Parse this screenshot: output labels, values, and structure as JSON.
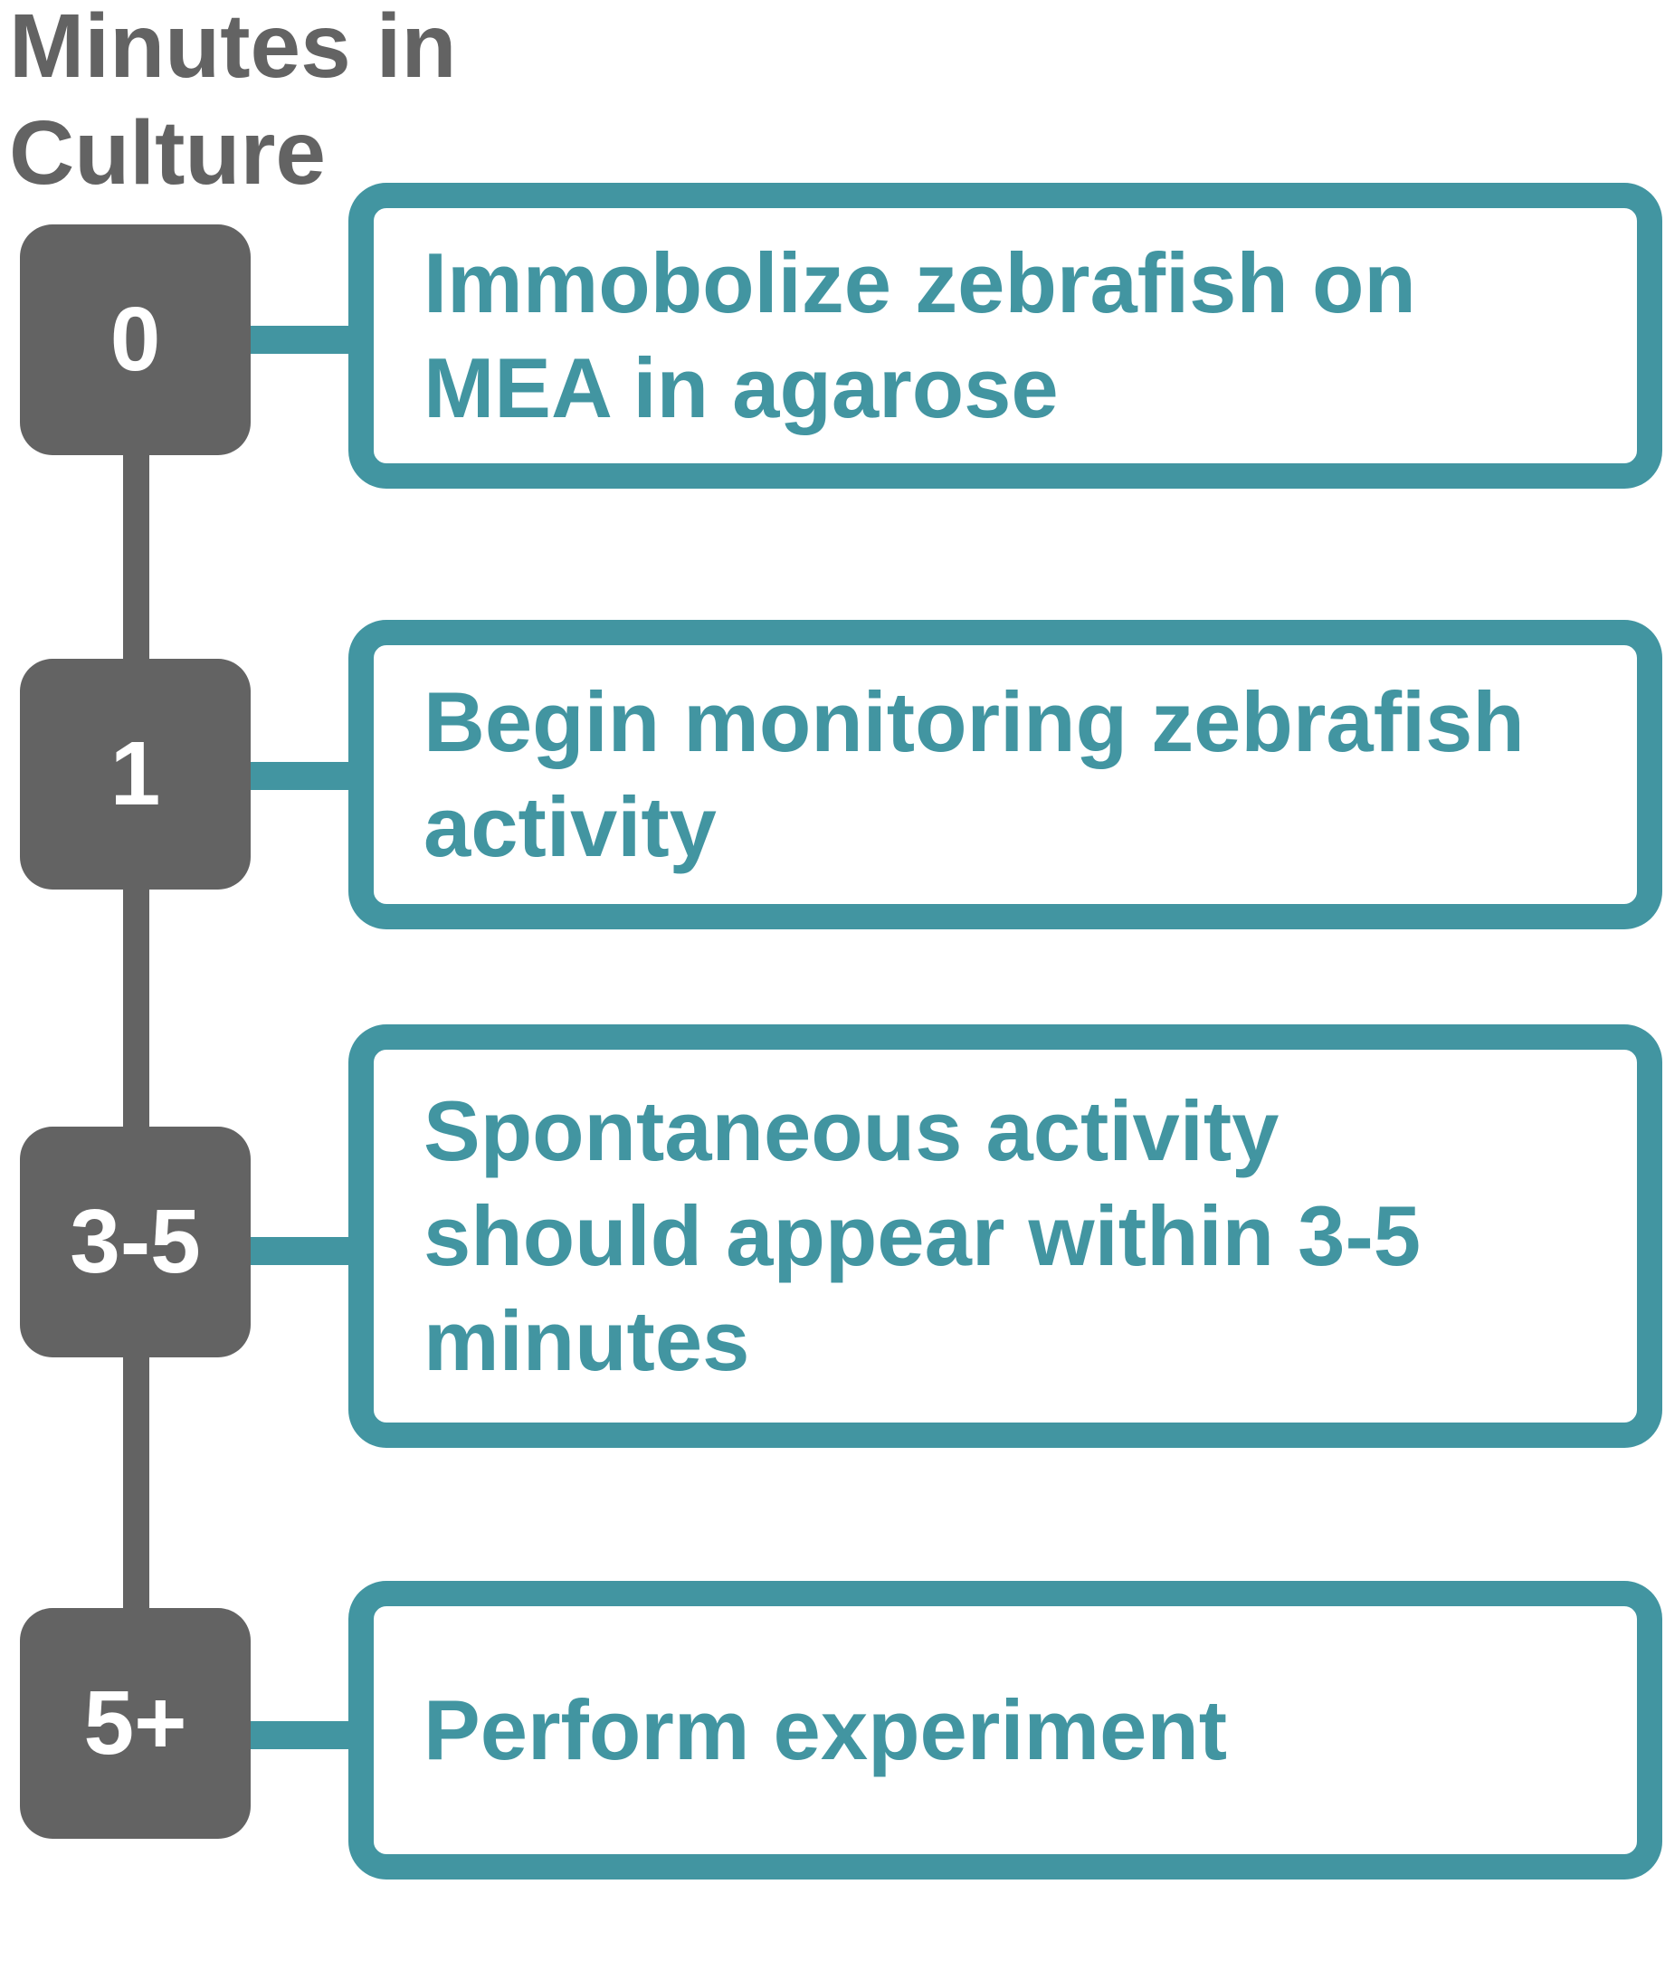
{
  "title": {
    "text": "Minutes in Culture",
    "lines": [
      "Minutes in",
      "Culture"
    ]
  },
  "colors": {
    "teal": "#4295A1",
    "gray": "#636363",
    "background": "#ffffff",
    "badge_text": "#ffffff"
  },
  "timeline": {
    "axis_label": "Minutes in Culture",
    "steps": [
      {
        "time_label": "0",
        "description": "Immobolize zebrafish on MEA in agarose",
        "description_lines": [
          "Immobolize zebrafish on",
          "MEA in agarose"
        ]
      },
      {
        "time_label": "1",
        "description": "Begin monitoring zebrafish activity",
        "description_lines": [
          "Begin monitoring zebrafish",
          "activity"
        ]
      },
      {
        "time_label": "3-5",
        "description": "Spontaneous activity should appear within 3-5 minutes",
        "description_lines": [
          "Spontaneous activity",
          "should appear within 3-5",
          "minutes"
        ]
      },
      {
        "time_label": "5+",
        "description": "Perform experiment",
        "description_lines": [
          "Perform experiment"
        ]
      }
    ]
  }
}
